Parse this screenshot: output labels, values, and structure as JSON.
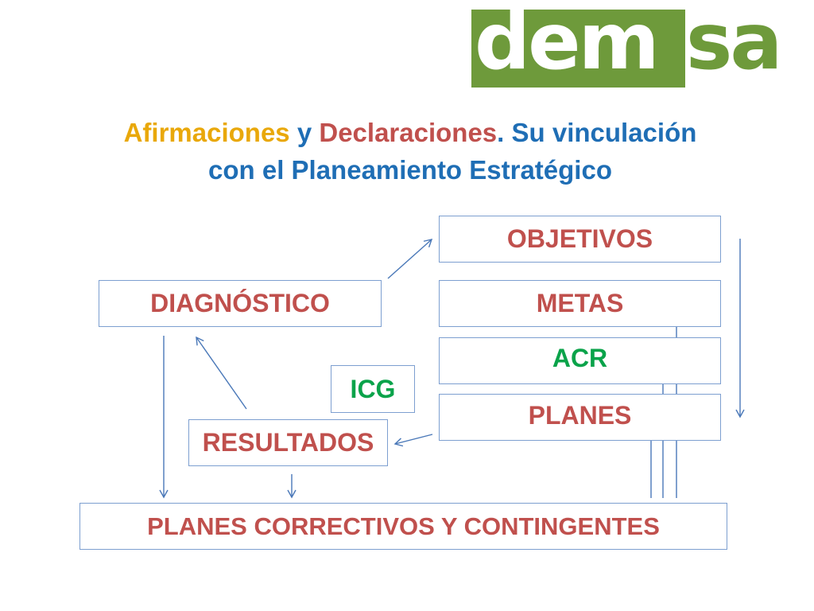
{
  "logo": {
    "part_a": "dem",
    "part_b": "sa"
  },
  "title": {
    "line1_word1": "Afirmaciones",
    "line1_word2": " y ",
    "line1_word3": "Declaraciones",
    "line1_word4": ". Su vinculación",
    "line2": "con el Planeamiento Estratégico"
  },
  "boxes": {
    "objetivos": "OBJETIVOS",
    "metas": "METAS",
    "acr": "ACR",
    "planes": "PLANES",
    "diagnostico": "DIAGNÓSTICO",
    "icg": "ICG",
    "resultados": "RESULTADOS",
    "planes_correctivos": "PLANES CORRECTIVOS Y CONTINGENTES"
  },
  "colors": {
    "logo_green": "#6e9a3b",
    "title_yellow": "#e9a80a",
    "title_red": "#c0504d",
    "title_blue": "#1f6eb5",
    "box_text_red": "#c0504d",
    "box_text_green": "#0aa34a",
    "box_border": "#7d9fd0",
    "arrow": "#4a78b8"
  }
}
